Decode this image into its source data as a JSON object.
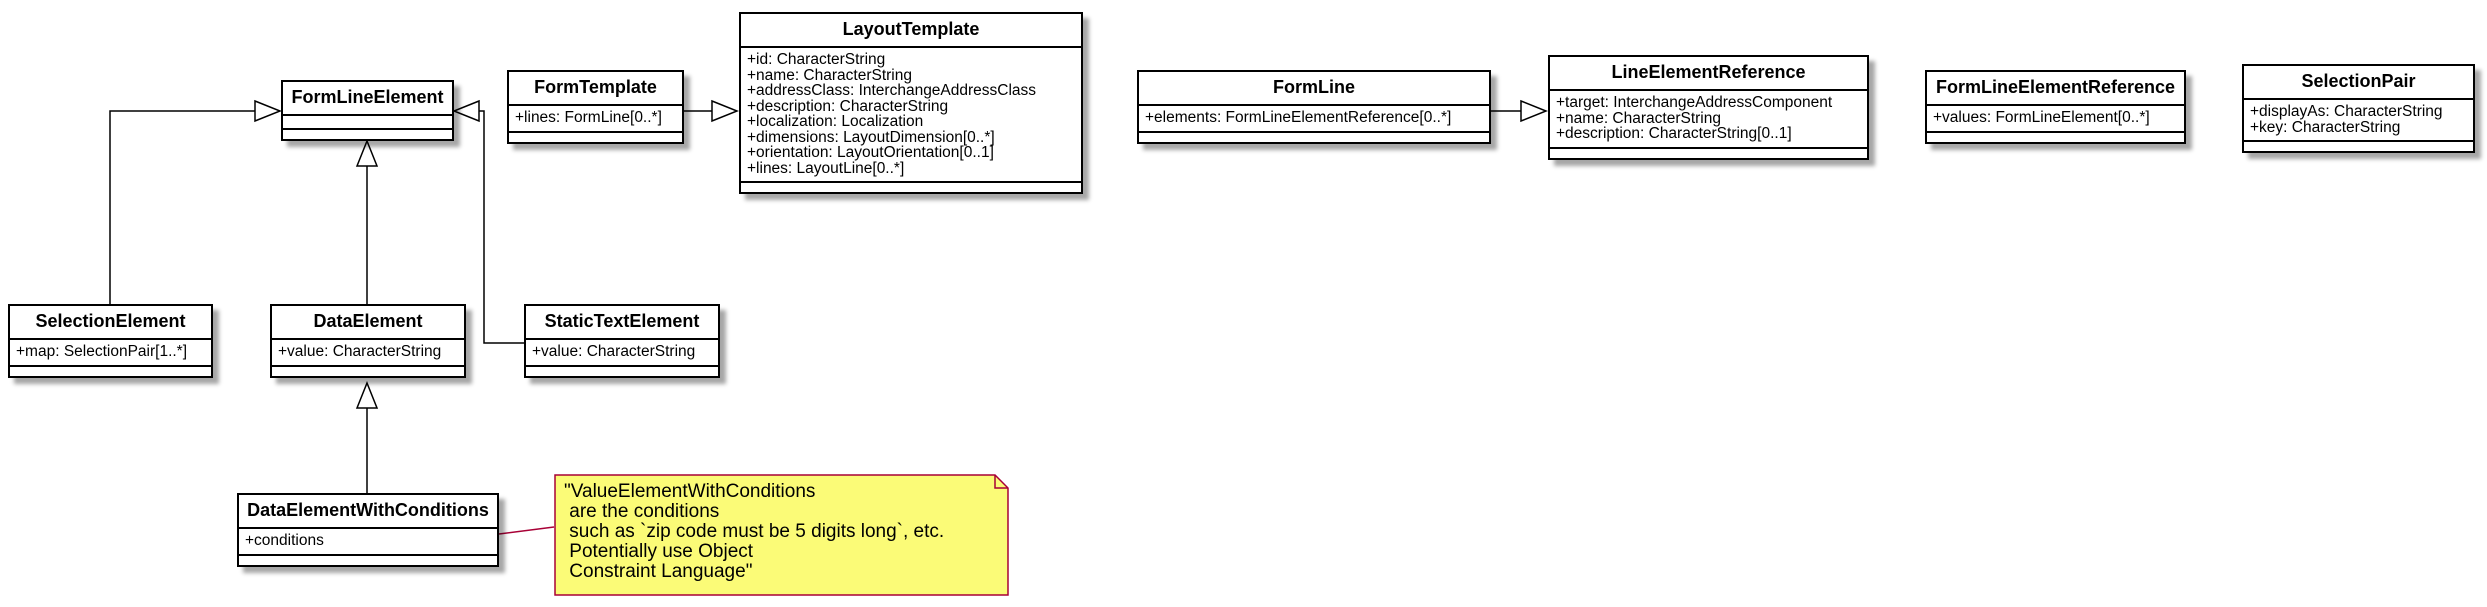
{
  "classes": {
    "form_line_element": {
      "name": "FormLineElement",
      "attrs": []
    },
    "form_template": {
      "name": "FormTemplate",
      "attrs": [
        "+lines: FormLine[0..*]"
      ]
    },
    "layout_template": {
      "name": "LayoutTemplate",
      "attrs": [
        "+id: CharacterString",
        "+name: CharacterString",
        "+addressClass: InterchangeAddressClass",
        "+description: CharacterString",
        "+localization: Localization",
        "+dimensions: LayoutDimension[0..*]",
        "+orientation: LayoutOrientation[0..1]",
        "+lines: LayoutLine[0..*]"
      ]
    },
    "form_line": {
      "name": "FormLine",
      "attrs": [
        "+elements: FormLineElementReference[0..*]"
      ]
    },
    "line_element_reference": {
      "name": "LineElementReference",
      "attrs": [
        "+target: InterchangeAddressComponent",
        "+name: CharacterString",
        "+description: CharacterString[0..1]"
      ]
    },
    "form_line_element_reference": {
      "name": "FormLineElementReference",
      "attrs": [
        "+values: FormLineElement[0..*]"
      ]
    },
    "selection_pair": {
      "name": "SelectionPair",
      "attrs": [
        "+displayAs: CharacterString",
        "+key: CharacterString"
      ]
    },
    "selection_element": {
      "name": "SelectionElement",
      "attrs": [
        "+map: SelectionPair[1..*]"
      ]
    },
    "data_element": {
      "name": "DataElement",
      "attrs": [
        "+value: CharacterString"
      ]
    },
    "static_text_element": {
      "name": "StaticTextElement",
      "attrs": [
        "+value: CharacterString"
      ]
    },
    "data_element_with_conditions": {
      "name": "DataElementWithConditions",
      "attrs": [
        "+conditions"
      ]
    }
  },
  "note": {
    "lines": [
      "\"ValueElementWithConditions",
      " are the conditions",
      " such as `zip code must be 5 digits long`, etc.",
      " Potentially use Object",
      " Constraint Language\""
    ]
  },
  "colors": {
    "note_fill": "#fbfb77",
    "note_border": "#a80036",
    "line": "#000000"
  }
}
